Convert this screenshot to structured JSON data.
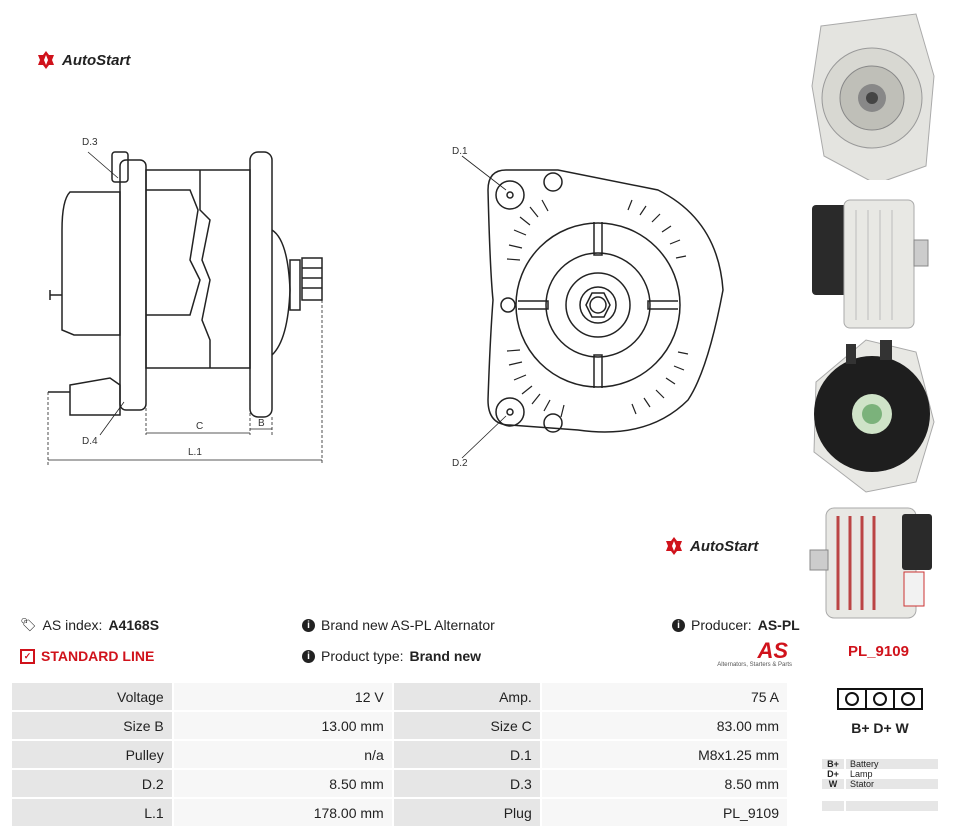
{
  "brand": {
    "name": "AutoStart",
    "accent": "#d0121b"
  },
  "drawing_labels": {
    "side": {
      "d3": "D.3",
      "d4": "D.4",
      "c": "C",
      "b": "B",
      "l1": "L.1"
    },
    "front": {
      "d1": "D.1",
      "d2": "D.2"
    }
  },
  "info": {
    "as_index_label": "AS index:",
    "as_index_value": "A4168S",
    "line": "STANDARD LINE",
    "description": "Brand new AS-PL Alternator",
    "product_type_label": "Product type:",
    "product_type_value": "Brand new",
    "producer_label": "Producer:",
    "producer_value": "AS-PL",
    "producer_logo_text": "AS",
    "producer_logo_subtext": "Alternators, Starters & Parts"
  },
  "specs": [
    [
      {
        "label": "Voltage",
        "value": "12 V"
      },
      {
        "label": "Amp.",
        "value": "75 A"
      }
    ],
    [
      {
        "label": "Size B",
        "value": "13.00 mm"
      },
      {
        "label": "Size C",
        "value": "83.00 mm"
      }
    ],
    [
      {
        "label": "Pulley",
        "value": "n/a"
      },
      {
        "label": "D.1",
        "value": "M8x1.25 mm"
      }
    ],
    [
      {
        "label": "D.2",
        "value": "8.50 mm"
      },
      {
        "label": "D.3",
        "value": "8.50 mm"
      }
    ],
    [
      {
        "label": "L.1",
        "value": "178.00 mm"
      },
      {
        "label": "Plug",
        "value": "PL_9109"
      }
    ]
  ],
  "plug": {
    "code": "PL_9109",
    "terminals": "B+ D+ W",
    "legend": [
      {
        "key": "B+",
        "label": "Battery"
      },
      {
        "key": "D+",
        "label": "Lamp"
      },
      {
        "key": "W",
        "label": "Stator"
      }
    ]
  }
}
